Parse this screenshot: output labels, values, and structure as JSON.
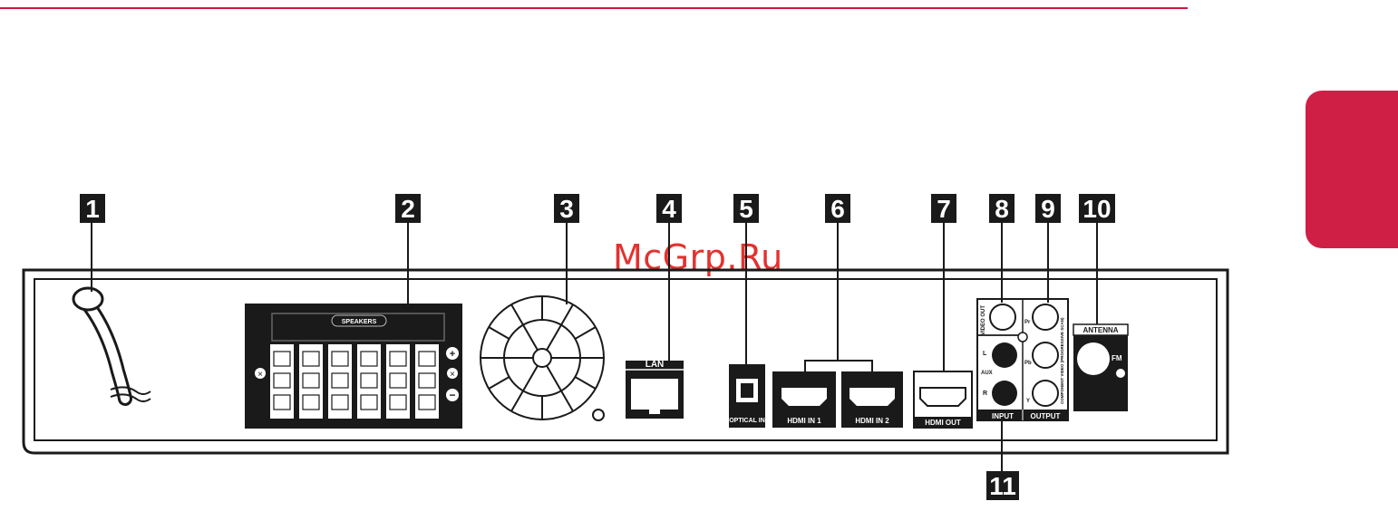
{
  "watermark": "McGrp.Ru",
  "callouts": [
    "1",
    "2",
    "3",
    "4",
    "5",
    "6",
    "7",
    "8",
    "9",
    "10",
    "11"
  ],
  "labels": {
    "speakers": "SPEAKERS",
    "lan": "LAN",
    "optical_in": "OPTICAL IN",
    "hdmi_in_1": "HDMI IN 1",
    "hdmi_in_2": "HDMI IN 2",
    "hdmi_out": "HDMI OUT",
    "antenna": "ANTENNA",
    "fm": "FM",
    "input": "INPUT",
    "output": "OUTPUT",
    "aux": "AUX",
    "aux_l": "L",
    "aux_r": "R",
    "video_out": "VIDEO OUT",
    "component": "COMPONENT VIDEO (PROGRESSIVE SCAN)",
    "pr": "Pr",
    "pb": "Pb",
    "y": "Y"
  },
  "colors": {
    "accent": "#d01f45",
    "ink": "#1a1a1a"
  }
}
